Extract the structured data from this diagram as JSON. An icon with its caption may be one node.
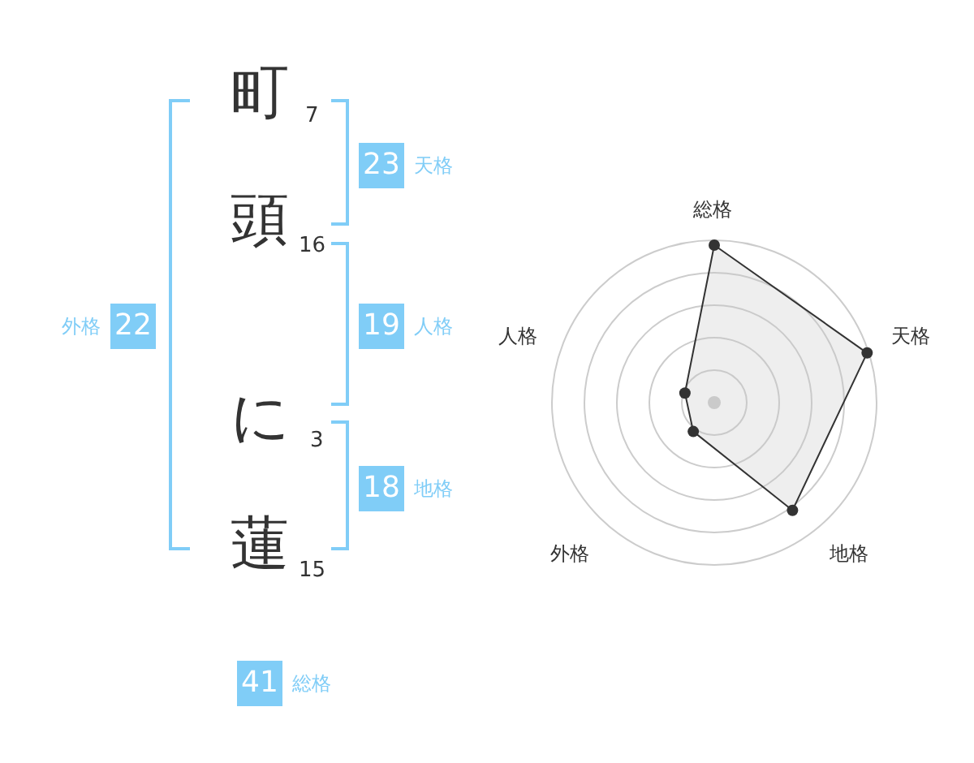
{
  "diagram": {
    "nodes": [
      {
        "text": [
          "23"
        ],
        "beside": [
          "天格"
        ]
      },
      {
        "text": [
          "22"
        ],
        "beside": [
          "外格"
        ]
      },
      {
        "text": [
          "19"
        ],
        "beside": [
          "人格"
        ]
      },
      {
        "text": [
          "18"
        ],
        "beside": [
          "地格"
        ]
      },
      {
        "text": [
          "41"
        ],
        "beside": [
          "総格"
        ]
      }
    ],
    "edges": [],
    "labels": [
      "町",
      "7",
      "頭",
      "16",
      "に",
      "3",
      "蓮",
      "15",
      "総格",
      "天格",
      "人格",
      "外格",
      "地格"
    ]
  }
}
